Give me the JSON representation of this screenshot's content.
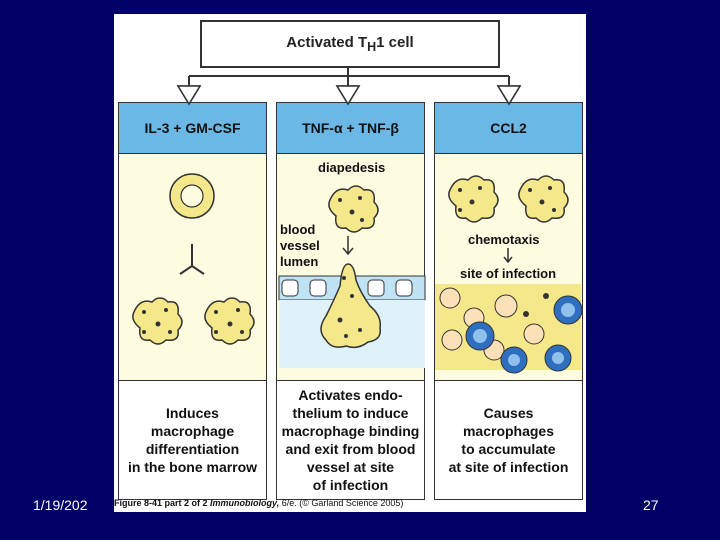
{
  "slide": {
    "date": "1/19/202",
    "page_number": "27"
  },
  "figure": {
    "top_label": "Activated T",
    "top_label_sub": "H",
    "top_label_tail": "1  cell",
    "panels": [
      {
        "header": "IL-3 + GM-CSF",
        "description": "Induces\nmacrophage\ndifferentiation\nin the bone marrow"
      },
      {
        "header": "TNF-α + TNF-β",
        "description": "Activates endo-\nthelium to induce\nmacrophage binding\nand exit from blood\nvessel at site\nof infection"
      },
      {
        "header": "CCL2",
        "description": "Causes\nmacrophages\nto accumulate\nat site of infection"
      }
    ],
    "labels": {
      "diapedesis": "diapedesis",
      "blood": "blood",
      "vessel": "vessel",
      "lumen": "lumen",
      "chemotaxis": "chemotaxis",
      "site_of_infection": "site of infection"
    },
    "caption_bold": "Figure 8-41 part 2 of 2",
    "caption_italic": "Immunobiology,",
    "caption_tail": "6/e. (© Garland Science 2005)"
  },
  "colors": {
    "background": "#000066",
    "header_blue": "#6bb8e6",
    "cell_yellow": "#f5e88a",
    "vessel_blue": "#bfe3f5",
    "lymphocyte_blue": "#2f6fc0"
  }
}
